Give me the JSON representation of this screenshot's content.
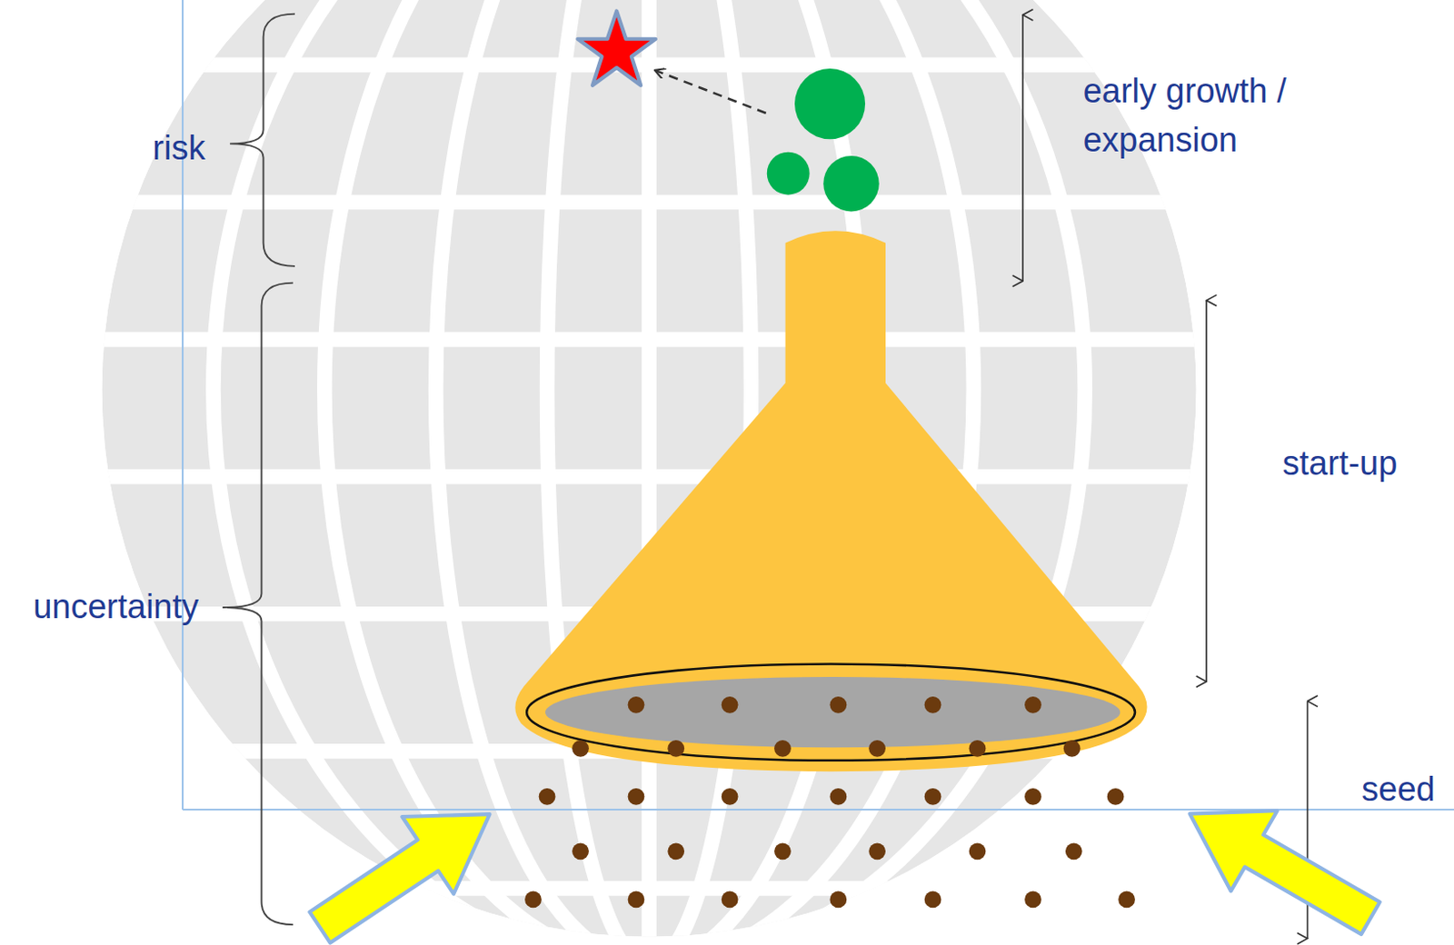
{
  "diagram": {
    "labels": [
      "risk",
      "uncertainty",
      "early growth / expansion",
      "start-up",
      "seed"
    ]
  }
}
